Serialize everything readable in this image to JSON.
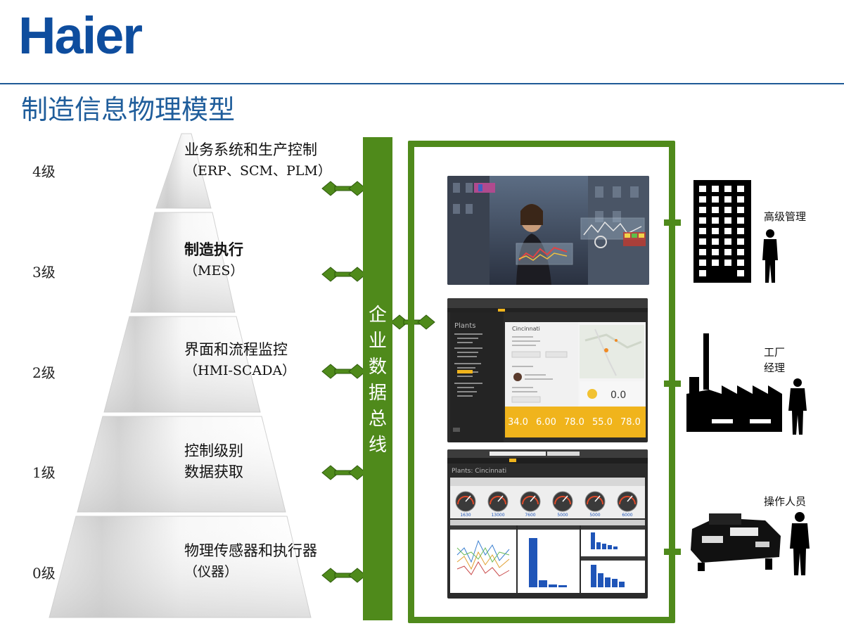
{
  "header": {
    "logo": "Haier",
    "title": "制造信息物理模型"
  },
  "colors": {
    "brand_blue": "#0e4d9e",
    "title_blue": "#1f5d9b",
    "bus_green": "#4f8a1b"
  },
  "pyramid": {
    "levels": [
      {
        "level": "4级",
        "line1": "业务系统和生产控制",
        "line2": "（ERP、SCM、PLM）"
      },
      {
        "level": "3级",
        "line1": "制造执行",
        "line2": "（MES）"
      },
      {
        "level": "2级",
        "line1": "界面和流程监控",
        "line2": "（HMI-SCADA）"
      },
      {
        "level": "1级",
        "line1": "控制级别",
        "line2": "数据获取"
      },
      {
        "level": "0级",
        "line1": "物理传感器和执行器",
        "line2": "（仪器）"
      }
    ]
  },
  "bus": {
    "label": "企业数据总线",
    "chars": [
      "企",
      "业",
      "数",
      "据",
      "总",
      "线"
    ]
  },
  "roles": {
    "management": "高级管理",
    "factory_line1": "工厂",
    "factory_line2": "经理",
    "operators": "操作人员"
  },
  "dashboard_plants": {
    "title": "Plants",
    "city": "Cincinnati",
    "kpis": [
      {
        "value": "34.0"
      },
      {
        "value": "6.00"
      },
      {
        "value": "78.0"
      },
      {
        "value": "55.0"
      },
      {
        "value": "78.0"
      }
    ],
    "weather": "0.0"
  },
  "dashboard_kpi": {
    "title": "Plants: Cincinnati",
    "gauges": [
      "1630",
      "13000",
      "7600",
      "5000",
      "5000",
      "6000"
    ]
  },
  "icons": [
    "office-building-icon",
    "factory-icon",
    "machine-icon",
    "person-silhouette-icon",
    "double-arrow-connector-icon"
  ]
}
